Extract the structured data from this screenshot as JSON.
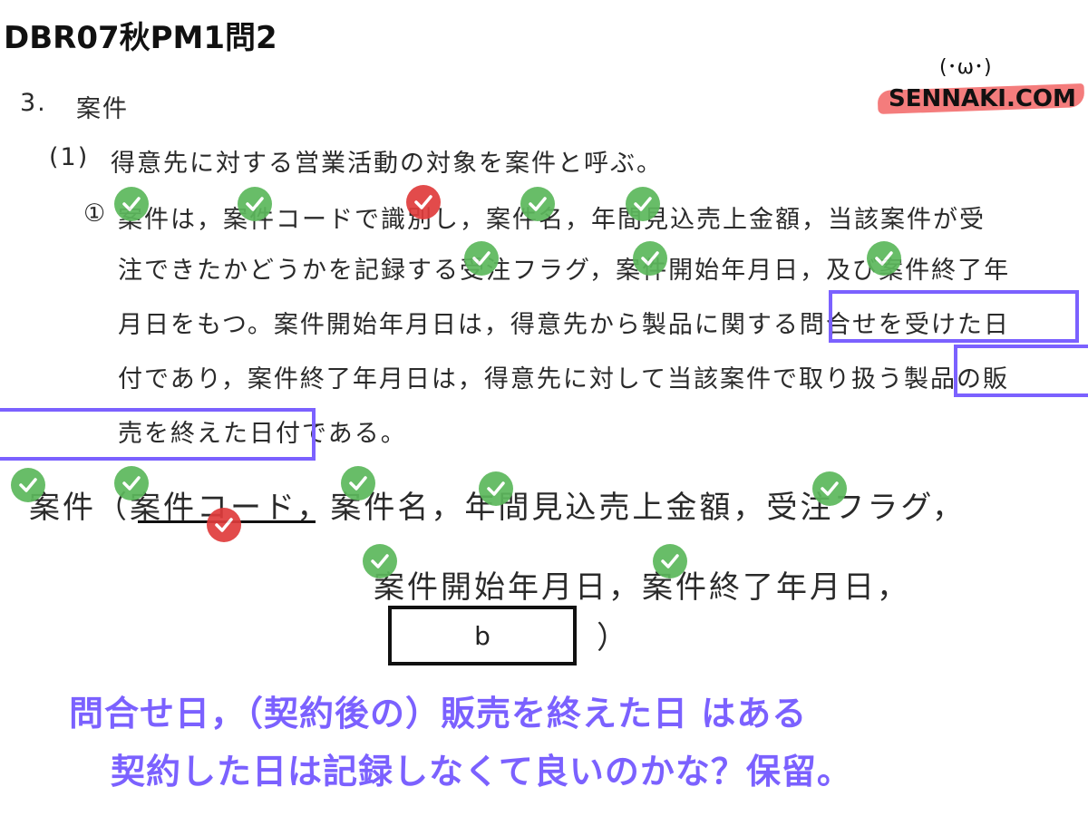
{
  "header": {
    "title": "DBR07秋PM1問2"
  },
  "logo": {
    "face": "(･ω･)",
    "text": "SENNAKI.COM",
    "brush_color": "#f47c7c"
  },
  "document": {
    "section_number": "3.",
    "section_title": "案件",
    "item_number": "(1)",
    "item_text": "得意先に対する営業活動の対象を案件と呼ぶ。",
    "sub_number": "①",
    "lines": [
      "案件は，案件コードで識別し，案件名，年間見込売上金額，当該案件が受",
      "注できたかどうかを記録する受注フラグ，案件開始年月日，及び案件終了年",
      "月日をもつ。案件開始年月日は，得意先から製品に関する問合せを受けた日",
      "付であり，案件終了年月日は，得意先に対して当該案件で取り扱う製品の販",
      "売を終えた日付である。"
    ]
  },
  "entity": {
    "line1": "案件（案件コード，案件名，年間見込売上金額，受注フラグ，",
    "line2": "案件開始年月日，案件終了年月日，",
    "blank_label": "b",
    "closing": "）"
  },
  "comment": {
    "line1": "問合せ日，（契約後の）販売を終えた日 はある",
    "line2": "契約した日は記録しなくて良いのかな？保留。"
  },
  "colors": {
    "highlight": "#7b61ff",
    "check_green": "#5cb85c",
    "check_red": "#e03c3c"
  },
  "icons": {
    "check": "check-icon"
  }
}
